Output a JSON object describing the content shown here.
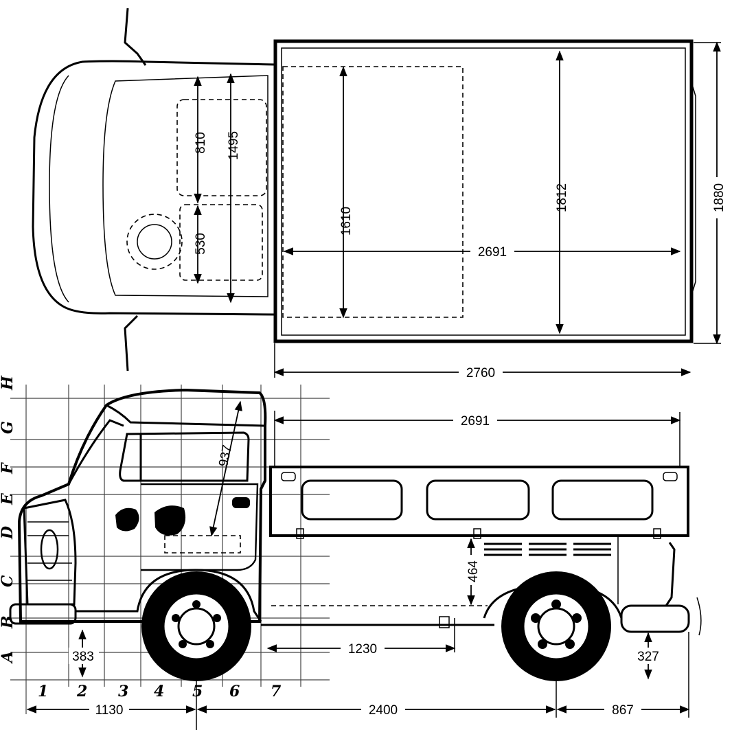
{
  "dimensions": {
    "top": {
      "window_depth": "810",
      "cab_interior": "1495",
      "seat_depth": "530",
      "bed_inner_width": "1610",
      "bed_outer_width": "1812",
      "overall_width": "1880",
      "bed_inner_length": "2691",
      "bed_length": "2760"
    },
    "side": {
      "bed_length": "2691",
      "cab_height": "937",
      "bed_side_height": "464",
      "front_ground_clearance": "383",
      "bed_offset": "1230",
      "rear_ground_clearance": "327",
      "front_overhang": "1130",
      "wheelbase": "2400",
      "rear_overhang": "867"
    }
  },
  "grid": {
    "rows": [
      "A",
      "B",
      "C",
      "D",
      "E",
      "F",
      "G",
      "H"
    ],
    "columns": [
      "1",
      "2",
      "3",
      "4",
      "5",
      "6",
      "7"
    ]
  }
}
